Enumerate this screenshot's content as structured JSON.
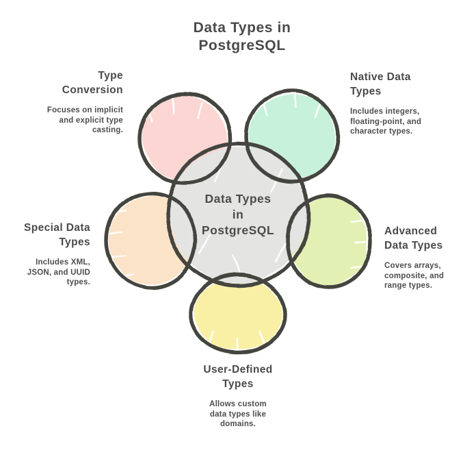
{
  "diagram": {
    "title_lines": [
      "Data Types in",
      "PostgreSQL"
    ],
    "center": {
      "label_lines": [
        "Data Types",
        "in",
        "PostgreSQL"
      ],
      "fill": "#e4e4e2"
    },
    "petals": [
      {
        "name": "type-conversion",
        "heading_lines": [
          "Type",
          "Conversion"
        ],
        "desc_lines": [
          "Focuses on implicit",
          "and explicit type",
          "casting."
        ],
        "fill": "#fbd6d2"
      },
      {
        "name": "native-data-types",
        "heading_lines": [
          "Native Data",
          "Types"
        ],
        "desc_lines": [
          "Includes integers,",
          "floating-point, and",
          "character types."
        ],
        "fill": "#c7f1da"
      },
      {
        "name": "special-data-types",
        "heading_lines": [
          "Special Data",
          "Types"
        ],
        "desc_lines": [
          "Includes XML,",
          "JSON, and UUID",
          "types."
        ],
        "fill": "#fbe3c8"
      },
      {
        "name": "advanced-data-types",
        "heading_lines": [
          "Advanced",
          "Data Types"
        ],
        "desc_lines": [
          "Covers arrays,",
          "composite, and",
          "range types."
        ],
        "fill": "#e3f0b4"
      },
      {
        "name": "user-defined-types",
        "heading_lines": [
          "User-Defined",
          "Types"
        ],
        "desc_lines": [
          "Allows custom",
          "data types like",
          "domains."
        ],
        "fill": "#f9f0a6"
      }
    ],
    "colors": {
      "stroke": "#454440",
      "text": "#4a4a4a",
      "background": "#ffffff"
    }
  }
}
